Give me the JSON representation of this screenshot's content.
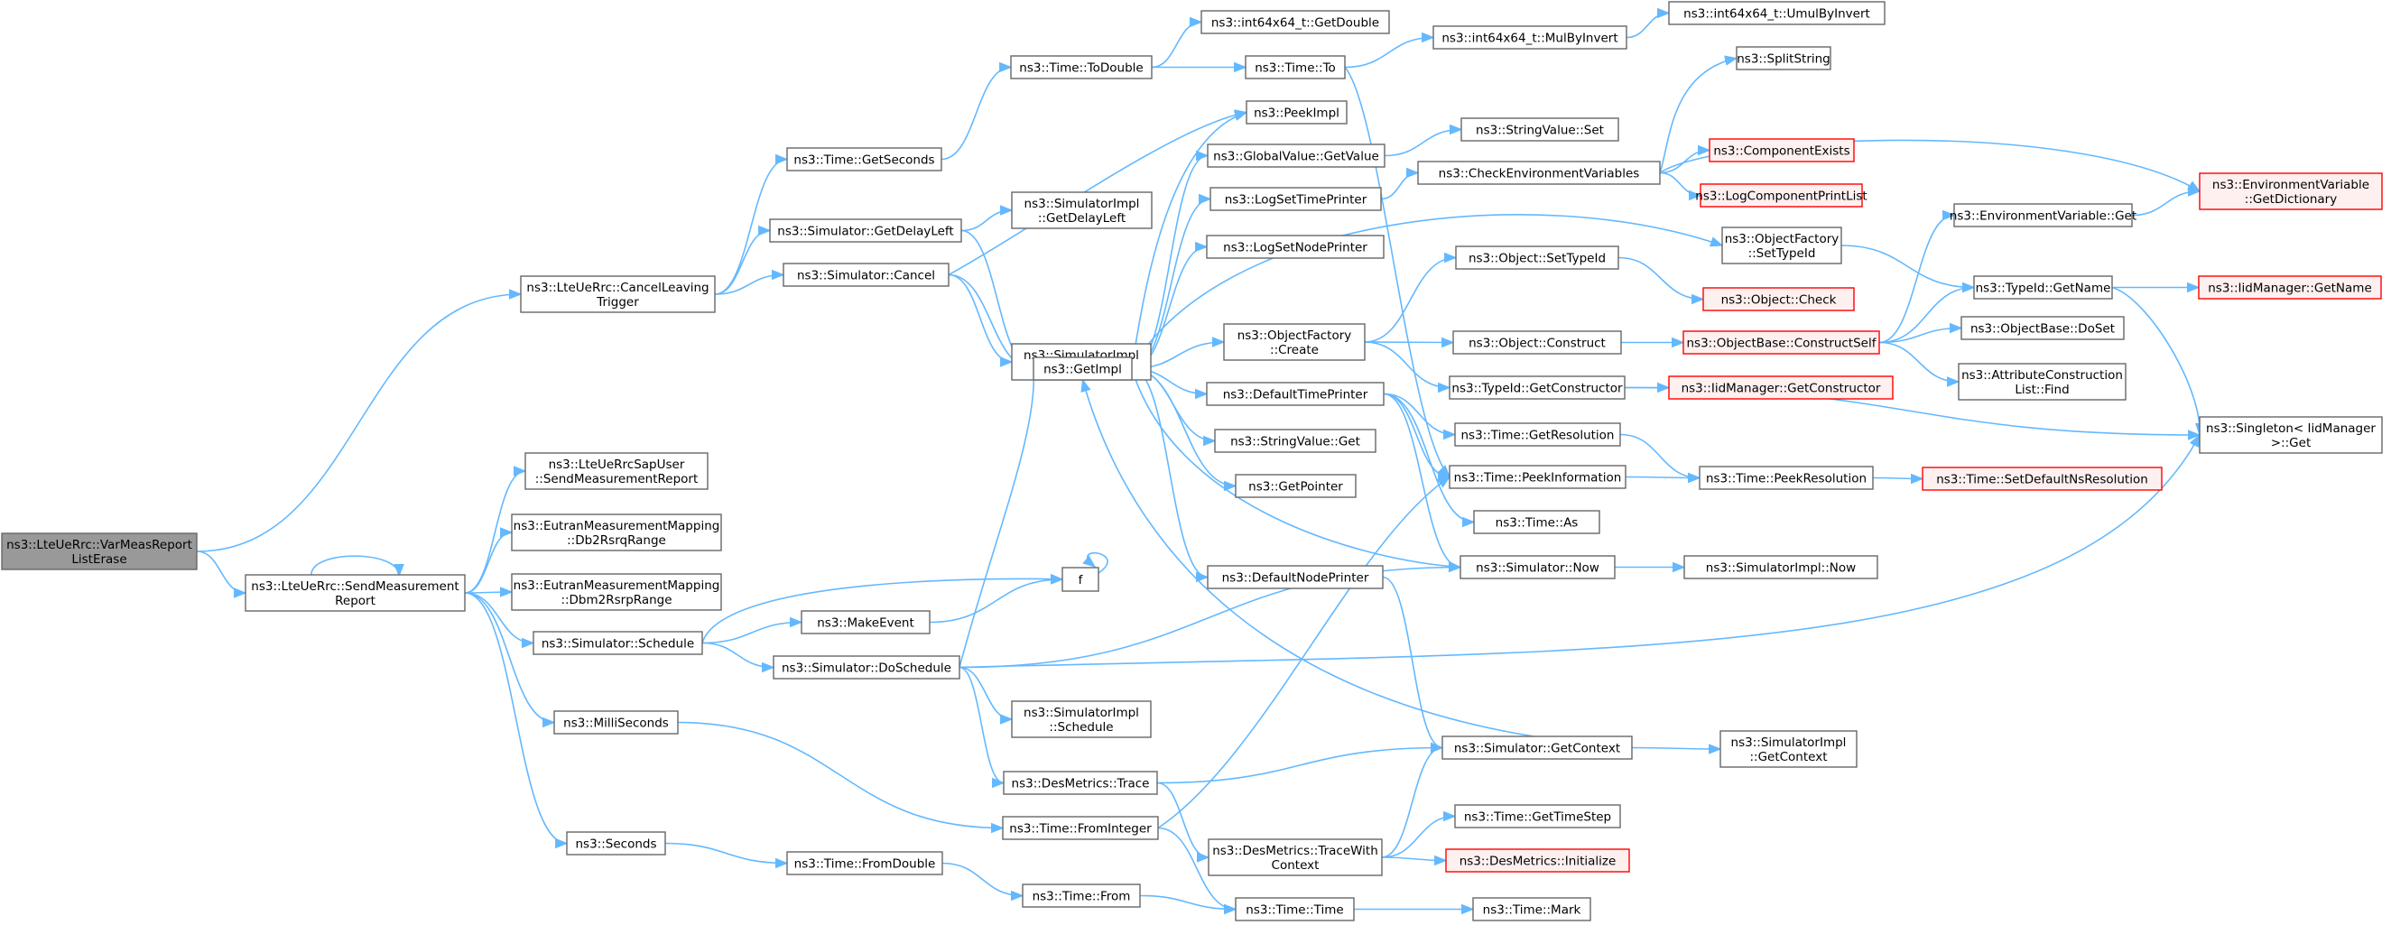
{
  "colors": {
    "edge": "#63b8ff",
    "node_border": "#666666",
    "node_fill": "#ffffff",
    "warn_border": "#ff0000",
    "warn_fill": "#fff0f0",
    "root_fill": "#999999",
    "root_border": "#666666",
    "text": "#000000"
  },
  "nodes": [
    {
      "id": "root",
      "lines": [
        "ns3::LteUeRrc::VarMeasReport",
        "ListErase"
      ],
      "style": "root"
    },
    {
      "id": "cancelLeaving",
      "lines": [
        "ns3::LteUeRrc::CancelLeaving",
        "Trigger"
      ]
    },
    {
      "id": "sendMeas",
      "lines": [
        "ns3::LteUeRrc::SendMeasurement",
        "Report"
      ]
    },
    {
      "id": "getSeconds",
      "lines": [
        "ns3::Time::GetSeconds"
      ]
    },
    {
      "id": "simDelayLeft",
      "lines": [
        "ns3::Simulator::GetDelayLeft"
      ]
    },
    {
      "id": "simCancel",
      "lines": [
        "ns3::Simulator::Cancel"
      ]
    },
    {
      "id": "toDouble",
      "lines": [
        "ns3::Time::ToDouble"
      ]
    },
    {
      "id": "getDouble",
      "lines": [
        "ns3::int64x64_t::GetDouble"
      ]
    },
    {
      "id": "timeTo",
      "lines": [
        "ns3::Time::To"
      ]
    },
    {
      "id": "mulByInvert",
      "lines": [
        "ns3::int64x64_t::MulByInvert"
      ]
    },
    {
      "id": "umulByInvert",
      "lines": [
        "ns3::int64x64_t::UmulByInvert"
      ]
    },
    {
      "id": "splitString",
      "lines": [
        "ns3::SplitString"
      ]
    },
    {
      "id": "peekImpl",
      "lines": [
        "ns3::PeekImpl"
      ]
    },
    {
      "id": "globalGetValue",
      "lines": [
        "ns3::GlobalValue::GetValue"
      ]
    },
    {
      "id": "stringValueSet",
      "lines": [
        "ns3::StringValue::Set"
      ]
    },
    {
      "id": "checkEnv",
      "lines": [
        "ns3::CheckEnvironmentVariables"
      ]
    },
    {
      "id": "componentExists",
      "lines": [
        "ns3::ComponentExists"
      ],
      "style": "warn"
    },
    {
      "id": "logComponentPrintList",
      "lines": [
        "ns3::LogComponentPrintList"
      ],
      "style": "warn"
    },
    {
      "id": "envGetDict",
      "lines": [
        "ns3::EnvironmentVariable",
        "::GetDictionary"
      ],
      "style": "warn"
    },
    {
      "id": "implGetDelayLeft",
      "lines": [
        "ns3::SimulatorImpl",
        "::GetDelayLeft"
      ]
    },
    {
      "id": "logSetTimePrinter",
      "lines": [
        "ns3::LogSetTimePrinter"
      ]
    },
    {
      "id": "objFactorySetTypeId",
      "lines": [
        "ns3::ObjectFactory",
        "::SetTypeId"
      ]
    },
    {
      "id": "envVarGet",
      "lines": [
        "ns3::EnvironmentVariable::Get"
      ]
    },
    {
      "id": "typeIdGetName",
      "lines": [
        "ns3::TypeId::GetName"
      ]
    },
    {
      "id": "iidGetName",
      "lines": [
        "ns3::IidManager::GetName"
      ],
      "style": "warn"
    },
    {
      "id": "logSetNodePrinter",
      "lines": [
        "ns3::LogSetNodePrinter"
      ]
    },
    {
      "id": "objSetTypeId",
      "lines": [
        "ns3::Object::SetTypeId"
      ]
    },
    {
      "id": "objCheck",
      "lines": [
        "ns3::Object::Check"
      ],
      "style": "warn"
    },
    {
      "id": "implCancel",
      "lines": [
        "ns3::SimulatorImpl",
        "::Cancel"
      ]
    },
    {
      "id": "objFactoryCreate",
      "lines": [
        "ns3::ObjectFactory",
        "::Create"
      ]
    },
    {
      "id": "objConstruct",
      "lines": [
        "ns3::Object::Construct"
      ]
    },
    {
      "id": "constructSelf",
      "lines": [
        "ns3::ObjectBase::ConstructSelf"
      ],
      "style": "warn"
    },
    {
      "id": "doSet",
      "lines": [
        "ns3::ObjectBase::DoSet"
      ]
    },
    {
      "id": "getImpl",
      "lines": [
        "ns3::GetImpl"
      ]
    },
    {
      "id": "attrFind",
      "lines": [
        "ns3::AttributeConstruction",
        "List::Find"
      ]
    },
    {
      "id": "typeIdGetConstructor",
      "lines": [
        "ns3::TypeId::GetConstructor"
      ]
    },
    {
      "id": "iidGetConstructor",
      "lines": [
        "ns3::IidManager::GetConstructor"
      ],
      "style": "warn"
    },
    {
      "id": "defaultTimePrinter",
      "lines": [
        "ns3::DefaultTimePrinter"
      ]
    },
    {
      "id": "singletonGet",
      "lines": [
        "ns3::Singleton< IidManager",
        ">::Get"
      ]
    },
    {
      "id": "stringValueGet",
      "lines": [
        "ns3::StringValue::Get"
      ]
    },
    {
      "id": "getResolution",
      "lines": [
        "ns3::Time::GetResolution"
      ]
    },
    {
      "id": "getPointer",
      "lines": [
        "ns3::GetPointer"
      ]
    },
    {
      "id": "peekInformation",
      "lines": [
        "ns3::Time::PeekInformation"
      ]
    },
    {
      "id": "peekResolution",
      "lines": [
        "ns3::Time::PeekResolution"
      ]
    },
    {
      "id": "setDefaultNsRes",
      "lines": [
        "ns3::Time::SetDefaultNsResolution"
      ],
      "style": "warn"
    },
    {
      "id": "sapSendMeas",
      "lines": [
        "ns3::LteUeRrcSapUser",
        "::SendMeasurementReport"
      ]
    },
    {
      "id": "db2Rsrq",
      "lines": [
        "ns3::EutranMeasurementMapping",
        "::Db2RsrqRange"
      ]
    },
    {
      "id": "timeAs",
      "lines": [
        "ns3::Time::As"
      ]
    },
    {
      "id": "dbm2Rsrp",
      "lines": [
        "ns3::EutranMeasurementMapping",
        "::Dbm2RsrpRange"
      ]
    },
    {
      "id": "defaultNodePrinter",
      "lines": [
        "ns3::DefaultNodePrinter"
      ]
    },
    {
      "id": "simNow",
      "lines": [
        "ns3::Simulator::Now"
      ]
    },
    {
      "id": "implNow",
      "lines": [
        "ns3::SimulatorImpl::Now"
      ]
    },
    {
      "id": "f",
      "lines": [
        "f"
      ]
    },
    {
      "id": "makeEvent",
      "lines": [
        "ns3::MakeEvent"
      ]
    },
    {
      "id": "simSchedule",
      "lines": [
        "ns3::Simulator::Schedule"
      ]
    },
    {
      "id": "simDoSchedule",
      "lines": [
        "ns3::Simulator::DoSchedule"
      ]
    },
    {
      "id": "implSchedule",
      "lines": [
        "ns3::SimulatorImpl",
        "::Schedule"
      ]
    },
    {
      "id": "milliSeconds",
      "lines": [
        "ns3::MilliSeconds"
      ]
    },
    {
      "id": "simGetContext",
      "lines": [
        "ns3::Simulator::GetContext"
      ]
    },
    {
      "id": "implGetContext",
      "lines": [
        "ns3::SimulatorImpl",
        "::GetContext"
      ]
    },
    {
      "id": "desTrace",
      "lines": [
        "ns3::DesMetrics::Trace"
      ]
    },
    {
      "id": "fromInteger",
      "lines": [
        "ns3::Time::FromInteger"
      ]
    },
    {
      "id": "getTimeStep",
      "lines": [
        "ns3::Time::GetTimeStep"
      ]
    },
    {
      "id": "traceWithContext",
      "lines": [
        "ns3::DesMetrics::TraceWith",
        "Context"
      ]
    },
    {
      "id": "desInitialize",
      "lines": [
        "ns3::DesMetrics::Initialize"
      ],
      "style": "warn"
    },
    {
      "id": "seconds",
      "lines": [
        "ns3::Seconds"
      ]
    },
    {
      "id": "fromDouble",
      "lines": [
        "ns3::Time::FromDouble"
      ]
    },
    {
      "id": "timeFrom",
      "lines": [
        "ns3::Time::From"
      ]
    },
    {
      "id": "timeTime",
      "lines": [
        "ns3::Time::Time"
      ]
    },
    {
      "id": "timeMark",
      "lines": [
        "ns3::Time::Mark"
      ]
    }
  ]
}
